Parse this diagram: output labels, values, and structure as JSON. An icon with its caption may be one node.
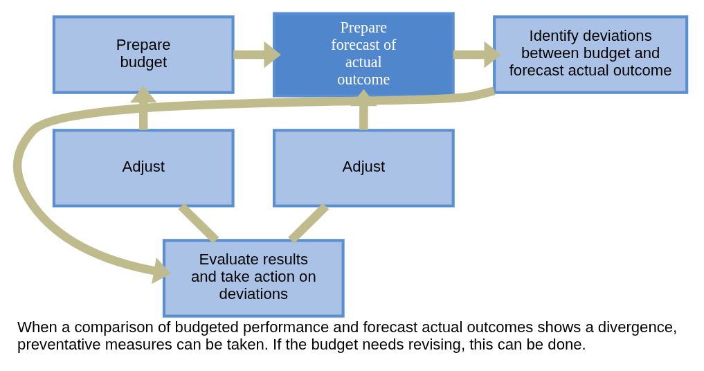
{
  "diagram": {
    "caption": "When a comparison of budgeted performance and forecast actual outcomes shows a divergence, preventative measures can be taken. If the budget needs revising, this can be done.",
    "nodes": [
      {
        "text": [
          "Prepare budget"
        ]
      },
      {
        "text": [
          "Prepare forecast of actual outcome"
        ]
      },
      {
        "text": [
          "Identify deviations between budget and forecast actual outcome"
        ]
      },
      {
        "text": [
          "Adjust"
        ]
      },
      {
        "text": [
          "Adjust"
        ]
      },
      {
        "text": [
          "Evaluate results and take action on deviations"
        ]
      }
    ],
    "edges": [
      {
        "from": 0,
        "to": 1,
        "arrow": "to"
      },
      {
        "from": 1,
        "to": 2,
        "arrow": "to"
      },
      {
        "from": 2,
        "to": 5,
        "arrow": "to"
      },
      {
        "from": 5,
        "to": 3,
        "arrow": "none"
      },
      {
        "from": 3,
        "to": 0,
        "arrow": "to"
      },
      {
        "from": 5,
        "to": 4,
        "arrow": "none"
      },
      {
        "from": 4,
        "to": 1,
        "arrow": "to"
      }
    ]
  }
}
